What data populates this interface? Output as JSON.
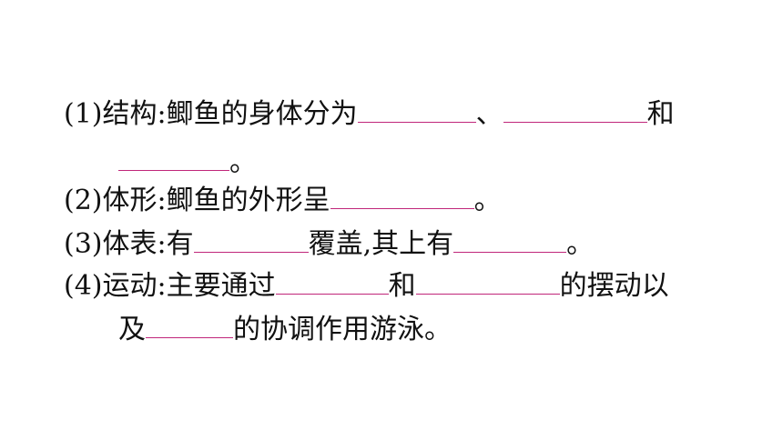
{
  "questions": [
    {
      "num": "(1)",
      "label": "结构:",
      "lines": [
        [
          "鲫鱼的身体分为",
          "、",
          "和"
        ],
        [
          "。"
        ]
      ]
    },
    {
      "num": "(2)",
      "label": "体形:",
      "lines": [
        [
          "鲫鱼的外形呈",
          "。"
        ]
      ]
    },
    {
      "num": "(3)",
      "label": "体表:",
      "lines": [
        [
          "有",
          "覆盖,其上有",
          "。"
        ]
      ]
    },
    {
      "num": "(4)",
      "label": "运动:",
      "lines": [
        [
          "主要通过",
          "和",
          "的摆动以"
        ],
        [
          "及",
          "的协调作用游泳。"
        ]
      ]
    }
  ],
  "colors": {
    "text": "#111111",
    "blank_underline": "#c0267a",
    "background": "#ffffff"
  }
}
